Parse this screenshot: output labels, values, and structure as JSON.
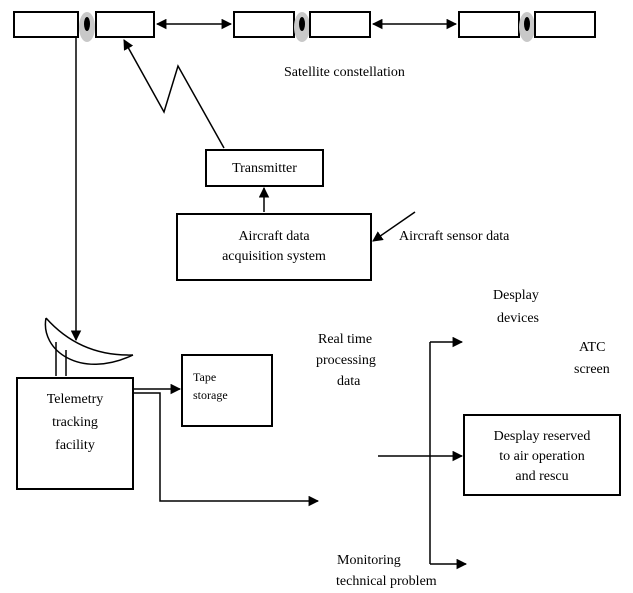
{
  "labels": {
    "satellite_constellation": "Satellite constellation",
    "transmitter": "Transmitter",
    "acquisition_line1": "Aircraft data",
    "acquisition_line2": "acquisition system",
    "aircraft_sensor_data": "Aircraft sensor data",
    "desplay_devices_line1": "Desplay",
    "desplay_devices_line2": "devices",
    "real_time_line1": "Real time",
    "real_time_line2": "processing",
    "real_time_line3": "data",
    "atc_line1": "ATC",
    "atc_line2": "screen",
    "telemetry_line1": "Telemetry",
    "telemetry_line2": "tracking",
    "telemetry_line3": "facility",
    "tape_line1": "Tape",
    "tape_line2": "storage",
    "reserved_line1": "Desplay reserved",
    "reserved_line2": "to air operation",
    "reserved_line3": "and rescu",
    "monitoring_line1": "Monitoring",
    "monitoring_line2": "technical problem"
  },
  "colors": {
    "stroke": "#000000",
    "satellite_shadow": "#c8c8c8"
  }
}
